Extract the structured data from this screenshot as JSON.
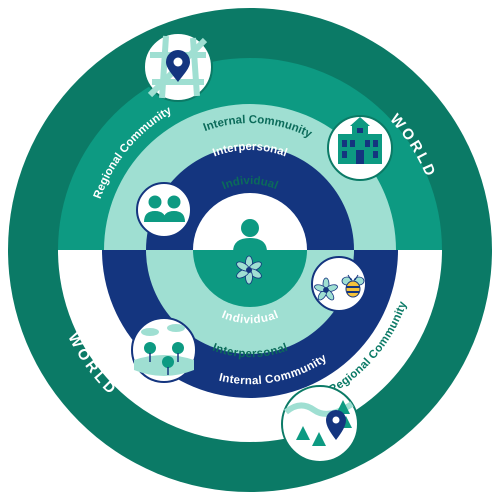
{
  "rings": {
    "world_top": "WORLD",
    "world_bottom": "WORLD",
    "regional_top": "Regional Community",
    "regional_bottom": "Regional Community",
    "internal_top": "Internal Community",
    "internal_bottom": "Internal Community",
    "interpersonal_top": "Interpersonal",
    "interpersonal_bottom": "Interpersonal",
    "individual_top": "Individual",
    "individual_bottom": "Individual"
  },
  "icons": {
    "map": "map-pin-icon",
    "building": "building-icon",
    "people": "people-icon",
    "person": "person-icon",
    "flower": "flower-icon",
    "flower_bee": "flower-bee-icon",
    "park": "park-trees-icon",
    "landscape": "landscape-pin-icon"
  },
  "colors": {
    "world": "#0b7a66",
    "regional_top": "#0d9a82",
    "internal_top": "#9fdfd2",
    "interpersonal_top": "#14357f",
    "individual_top": "#ffffff",
    "individual_bottom": "#0d9a82",
    "interpersonal_bottom": "#9fdfd2",
    "internal_bottom": "#14357f",
    "regional_bottom": "#ffffff",
    "text_dark": "#0b6b5a",
    "text_light": "#ffffff"
  }
}
